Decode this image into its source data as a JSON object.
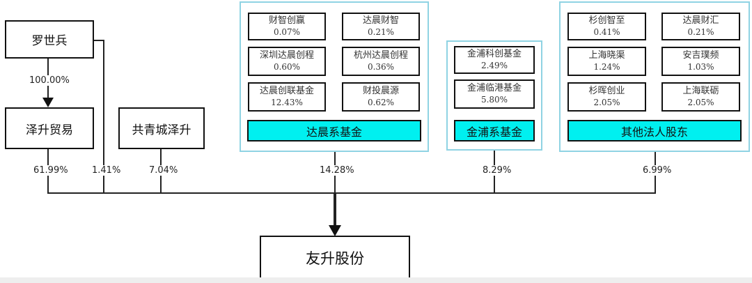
{
  "nodes": {
    "luo": "罗世兵",
    "zesheng": "泽升贸易",
    "gongqing": "共青城泽升",
    "company": "友升股份"
  },
  "groups": {
    "dachen": {
      "label": "达晨系基金",
      "funds": [
        {
          "name": "财智创赢",
          "pct": "0.07%"
        },
        {
          "name": "达晨财智",
          "pct": "0.21%"
        },
        {
          "name": "深圳达晨创程",
          "pct": "0.60%"
        },
        {
          "name": "杭州达晨创程",
          "pct": "0.36%"
        },
        {
          "name": "达晨创联基金",
          "pct": "12.43%"
        },
        {
          "name": "财投晨源",
          "pct": "0.62%"
        }
      ]
    },
    "jinpu": {
      "label": "金浦系基金",
      "funds": [
        {
          "name": "金浦科创基金",
          "pct": "2.49%"
        },
        {
          "name": "金浦临港基金",
          "pct": "5.80%"
        }
      ]
    },
    "other": {
      "label": "其他法人股东",
      "funds": [
        {
          "name": "杉创智至",
          "pct": "0.41%"
        },
        {
          "name": "达晨财汇",
          "pct": "0.21%"
        },
        {
          "name": "上海晓渠",
          "pct": "1.24%"
        },
        {
          "name": "安吉璞频",
          "pct": "1.03%"
        },
        {
          "name": "杉晖创业",
          "pct": "2.05%"
        },
        {
          "name": "上海联砺",
          "pct": "2.05%"
        }
      ]
    }
  },
  "edges": {
    "luo_zesheng": "100.00%",
    "zesheng": "61.99%",
    "luo": "1.41%",
    "gongqing": "7.04%",
    "dachen": "14.28%",
    "jinpu": "8.29%",
    "other": "6.99%"
  }
}
